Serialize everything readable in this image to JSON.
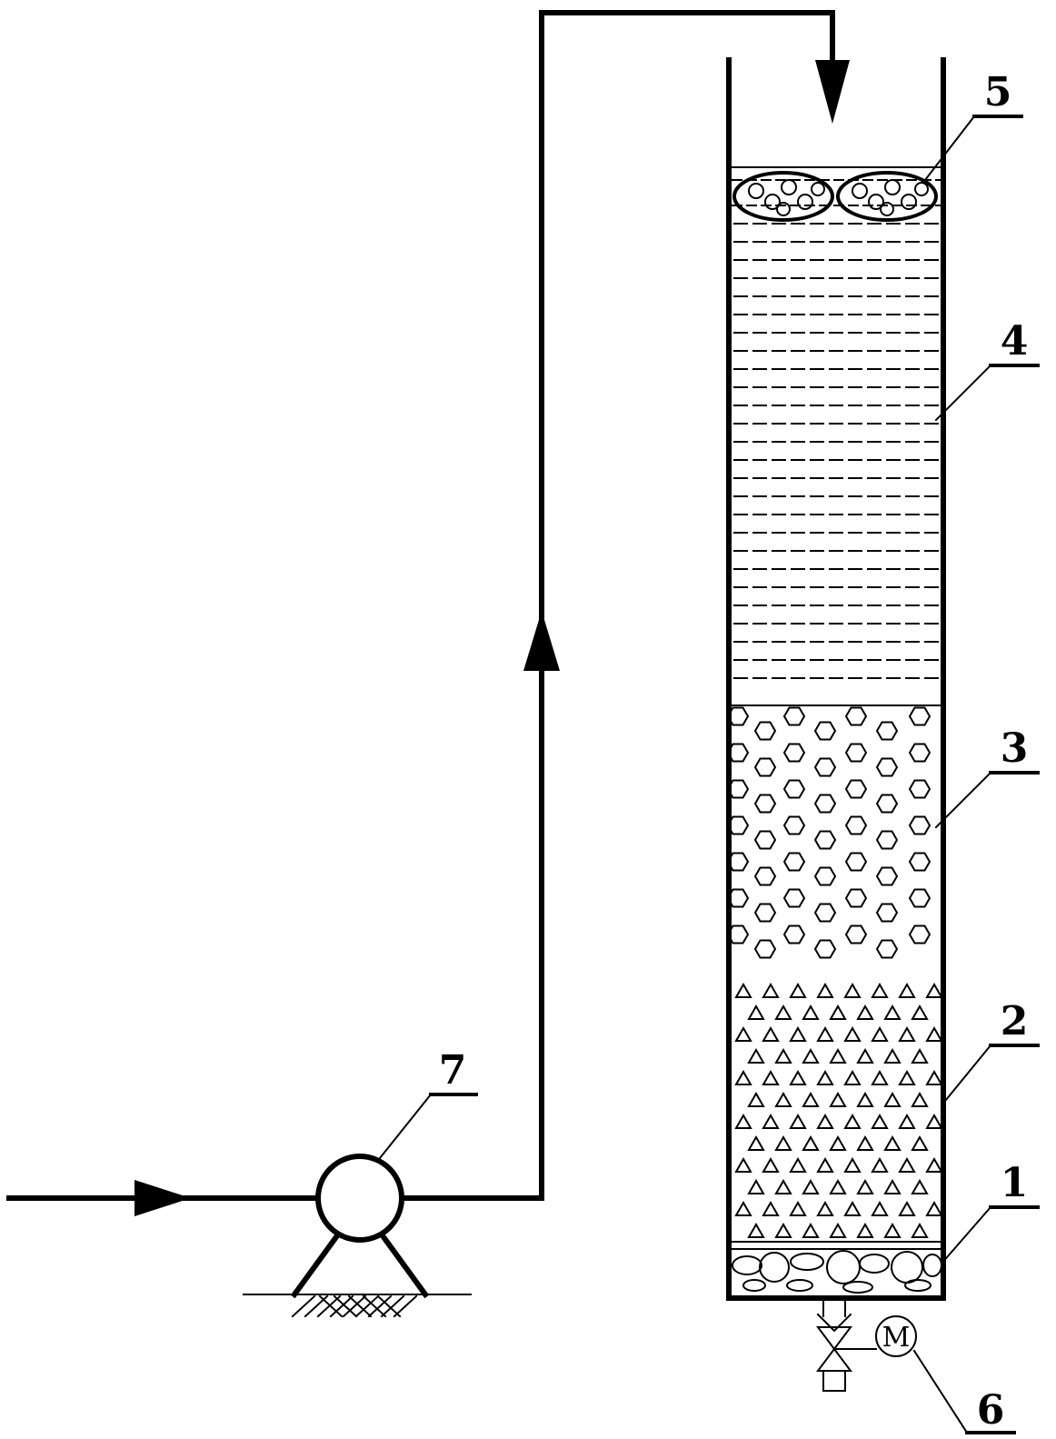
{
  "callouts": [
    {
      "id": "1",
      "label": "1"
    },
    {
      "id": "2",
      "label": "2"
    },
    {
      "id": "3",
      "label": "3"
    },
    {
      "id": "4",
      "label": "4"
    },
    {
      "id": "5",
      "label": "5"
    },
    {
      "id": "6",
      "label": "6"
    },
    {
      "id": "7",
      "label": "7"
    }
  ],
  "motor": {
    "label": "M"
  },
  "components": {
    "pump": "pump-icon",
    "column": "packed-column",
    "valve": "motorized-valve-icon"
  },
  "layers_bottom_to_top": [
    "gravel",
    "triangles",
    "hexagons",
    "dashes",
    "floating-balls"
  ]
}
